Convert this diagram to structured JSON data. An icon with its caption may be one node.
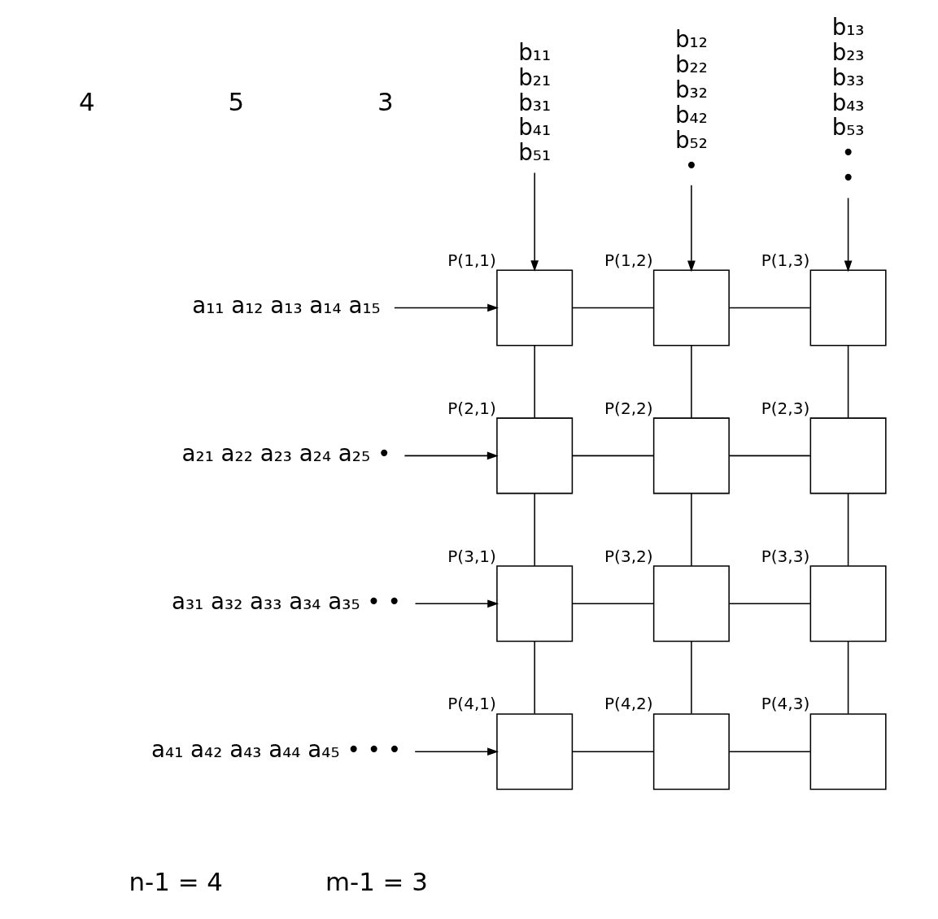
{
  "diagram": {
    "nodes": [
      {
        "text": [
          "b₁₁ b₂₁ b₃₁ b₄₁ b₅₁"
        ]
      },
      {
        "text": [
          "b₁₂ b₂₂ b₃₂ b₄₂ b₅₂ •"
        ]
      },
      {
        "text": [
          "b₁₃ b₂₃ b₃₃ b₄₃ b₅₃ • •"
        ]
      },
      {
        "text": [
          "a₁₁ a₁₂ a₁₃ a₁₄ a₁₅"
        ]
      },
      {
        "text": [],
        "shape": "box",
        "beside": [
          "P(1,1)"
        ]
      },
      {
        "text": [],
        "shape": "box",
        "beside": [
          "P(1,2)"
        ]
      },
      {
        "text": [],
        "shape": "box",
        "beside": [
          "P(1,3)"
        ]
      },
      {
        "text": [
          "a₂₁ a₂₂ a₂₃ a₂₄ a₂₅ •"
        ]
      },
      {
        "text": [],
        "shape": "box",
        "beside": [
          "P(2,1)"
        ]
      },
      {
        "text": [],
        "shape": "box",
        "beside": [
          "P(2,2)"
        ]
      },
      {
        "text": [],
        "shape": "box",
        "beside": [
          "P(2,3)"
        ]
      },
      {
        "text": [
          "a₃₁ a₃₂ a₃₃ a₃₄ a₃₅ • •"
        ]
      },
      {
        "text": [],
        "shape": "box",
        "beside": [
          "P(3,1)"
        ]
      },
      {
        "text": [],
        "shape": "box",
        "beside": [
          "P(3,2)"
        ]
      },
      {
        "text": [],
        "shape": "box",
        "beside": [
          "P(3,3)"
        ]
      },
      {
        "text": [
          "a₄₁ a₄₂ a₄₃ a₄₄ a₄₅ • • •"
        ]
      },
      {
        "text": [],
        "shape": "box",
        "beside": [
          "P(4,1)"
        ]
      },
      {
        "text": [],
        "shape": "box",
        "beside": [
          "P(4,2)"
        ]
      },
      {
        "text": [],
        "shape": "box",
        "beside": [
          "P(4,3)"
        ]
      }
    ],
    "edges": [
      {
        "from": 0,
        "to": 4,
        "arrow": "to"
      },
      {
        "from": 1,
        "to": 5,
        "arrow": "to"
      },
      {
        "from": 2,
        "to": 6,
        "arrow": "to"
      },
      {
        "from": 3,
        "to": 4,
        "arrow": "to"
      },
      {
        "from": 7,
        "to": 8,
        "arrow": "to"
      },
      {
        "from": 11,
        "to": 12,
        "arrow": "to"
      },
      {
        "from": 15,
        "to": 16,
        "arrow": "to"
      },
      {
        "from": 4,
        "to": 5,
        "arrow": "none"
      },
      {
        "from": 5,
        "to": 6,
        "arrow": "none"
      },
      {
        "from": 8,
        "to": 9,
        "arrow": "none"
      },
      {
        "from": 9,
        "to": 10,
        "arrow": "none"
      },
      {
        "from": 12,
        "to": 13,
        "arrow": "none"
      },
      {
        "from": 13,
        "to": 14,
        "arrow": "none"
      },
      {
        "from": 16,
        "to": 17,
        "arrow": "none"
      },
      {
        "from": 17,
        "to": 18,
        "arrow": "none"
      },
      {
        "from": 4,
        "to": 8,
        "arrow": "none"
      },
      {
        "from": 8,
        "to": 12,
        "arrow": "none"
      },
      {
        "from": 12,
        "to": 16,
        "arrow": "none"
      },
      {
        "from": 5,
        "to": 9,
        "arrow": "none"
      },
      {
        "from": 9,
        "to": 13,
        "arrow": "none"
      },
      {
        "from": 13,
        "to": 17,
        "arrow": "none"
      },
      {
        "from": 6,
        "to": 10,
        "arrow": "none"
      },
      {
        "from": 10,
        "to": 14,
        "arrow": "none"
      },
      {
        "from": 14,
        "to": 18,
        "arrow": "none"
      }
    ],
    "labels": [
      "4",
      "5",
      "3",
      "n-1 = 4",
      "m-1 = 3"
    ]
  }
}
